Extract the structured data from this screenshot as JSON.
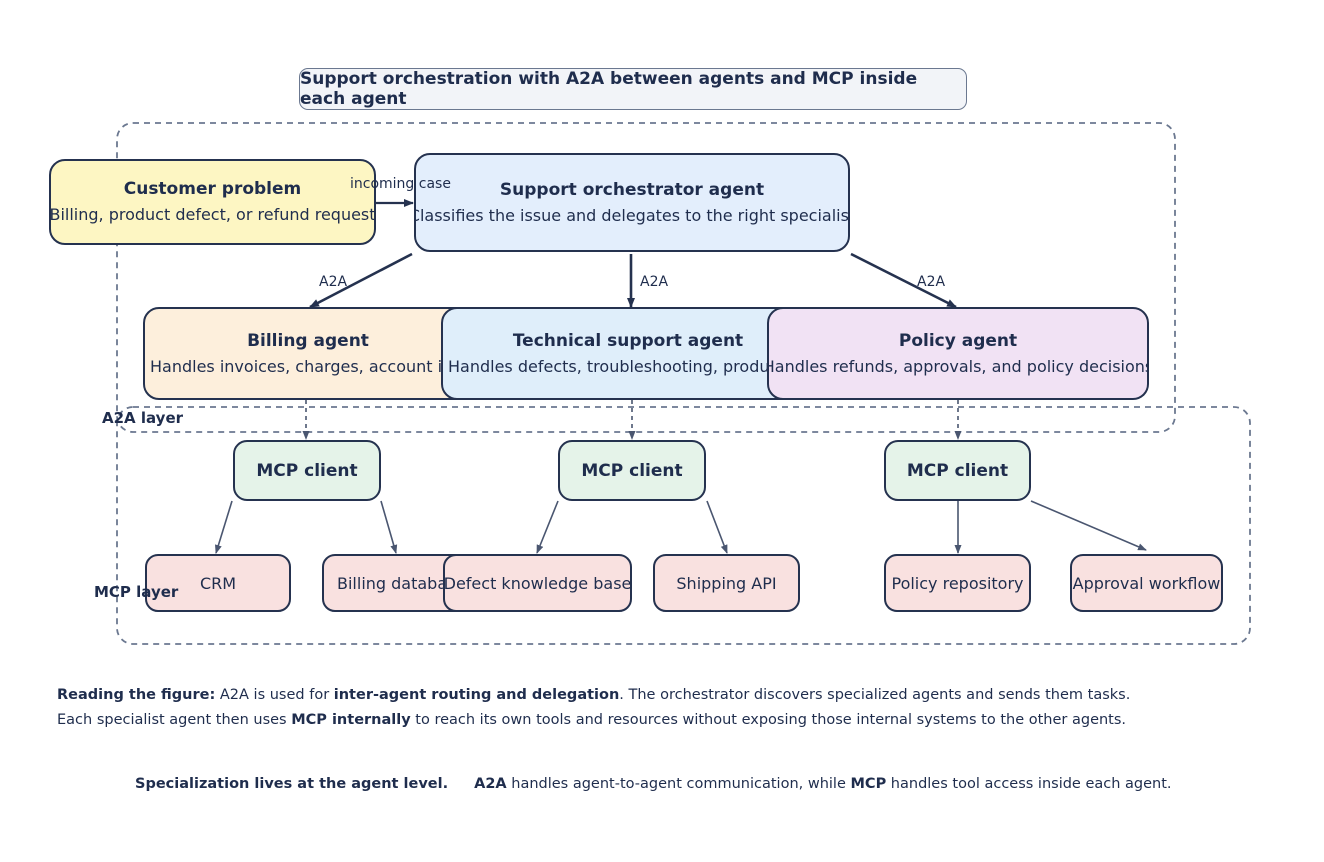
{
  "title": "Support orchestration with A2A between agents and MCP inside each agent",
  "customer": {
    "title": "Customer problem",
    "desc": "Billing, product defect, or refund request"
  },
  "orchestrator": {
    "title": "Support orchestrator agent",
    "desc": "Classifies the issue and delegates to the right specialist"
  },
  "incoming_label": "incoming case",
  "a2a_label": "A2A",
  "agents": [
    {
      "title": "Billing agent",
      "desc": "Handles invoices, charges, account issues"
    },
    {
      "title": "Technical support agent",
      "desc": "Handles defects, troubleshooting, product issues"
    },
    {
      "title": "Policy agent",
      "desc": "Handles refunds, approvals, and policy decisions"
    }
  ],
  "mcp_client_label": "MCP client",
  "tools": [
    "CRM",
    "Billing database",
    "Defect knowledge base",
    "Shipping API",
    "Policy repository",
    "Approval workflow"
  ],
  "layers": {
    "a2a": "A2A layer",
    "mcp": "MCP layer"
  },
  "reading": {
    "lead": "Reading the figure:",
    "p1": " A2A is used for ",
    "b1": "inter-agent routing and delegation",
    "p2": ". The orchestrator discovers specialized agents and sends them tasks.",
    "p3": "Each specialist agent then uses ",
    "b2": "MCP internally",
    "p4": " to reach its own tools and resources without exposing those internal systems to the other agents."
  },
  "summary": {
    "lead": "Specialization lives at the agent level.",
    "b1": "A2A",
    "p1": " handles agent-to-agent communication, while ",
    "b2": "MCP",
    "p2": " handles tool access inside each agent."
  },
  "colors": {
    "ink": "#25324f",
    "customer": "#fdf6c3",
    "orchestrator": "#e3eefc",
    "billing": "#fdefdc",
    "technical": "#dfeefa",
    "policy": "#f1e2f4",
    "mcp_client": "#e5f3e9",
    "tool": "#f9e1e0",
    "dashed": "#6b7890"
  }
}
